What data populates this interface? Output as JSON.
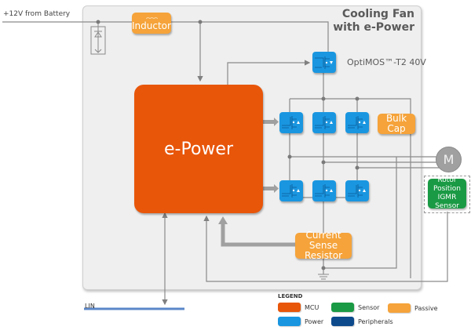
{
  "diagram": {
    "title_line1": "Cooling Fan",
    "title_line2": "with e-Power",
    "input_label": "+12V from Battery",
    "bus_label": "LIN",
    "blocks": {
      "inductor": "Inductor",
      "mcu": "e-Power",
      "bulk_cap": "Bulk Cap",
      "current_sense_line1": "Current Sense",
      "current_sense_line2": "Resistor",
      "sensor_line1": "Rotor",
      "sensor_line2": "Position",
      "sensor_line3": "IGMR",
      "sensor_line4": "Sensor",
      "motor": "M"
    },
    "mosfet_label": "OptiMOS™-T2 40V",
    "icons": [
      "inductor-coil-icon",
      "zener-diode-icon",
      "mosfet-icon",
      "ground-icon",
      "motor-icon"
    ]
  },
  "legend": {
    "title": "LEGEND",
    "items": [
      {
        "label": "MCU",
        "color": "#e8560a"
      },
      {
        "label": "Sensor",
        "color": "#1a9a44"
      },
      {
        "label": "Passive",
        "color": "#f5a33a"
      },
      {
        "label": "Power",
        "color": "#1a96e0"
      },
      {
        "label": "Peripherals",
        "color": "#0d4a8c"
      }
    ]
  },
  "colors": {
    "mcu": "#e8560a",
    "power": "#1a96e0",
    "passive": "#f5a33a",
    "sensor": "#1a9a44",
    "peripherals": "#0d4a8c",
    "wire": "#8a8a8a",
    "lin_bus": "#5b87c8"
  }
}
